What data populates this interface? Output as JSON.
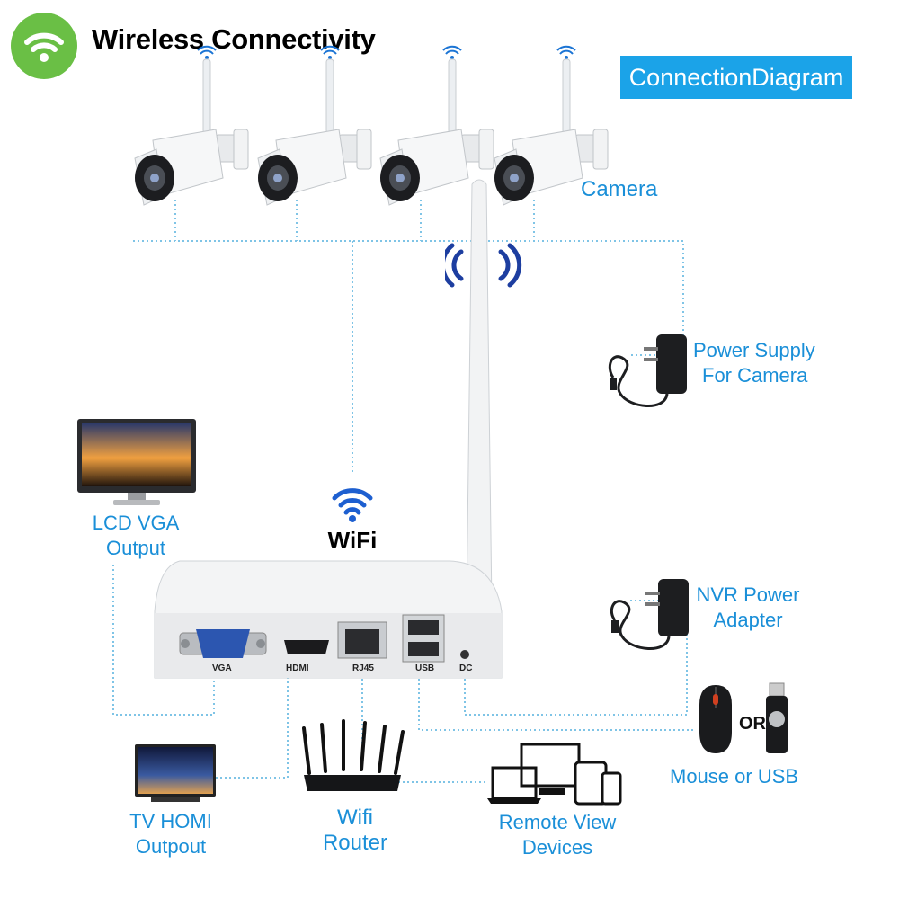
{
  "header": {
    "title": "Wireless Connectivity",
    "badge": "ConnectionDiagram",
    "wifi_icon": "wifi-icon"
  },
  "devices": {
    "camera_label": "Camera",
    "power_supply": [
      "Power Supply",
      "For Camera"
    ],
    "lcd_output": [
      "LCD VGA",
      "Output"
    ],
    "wifi_label": "WiFi",
    "nvr_power": [
      "NVR Power",
      "Adapter"
    ],
    "tv_output": [
      "TV HOMI",
      "Outpout"
    ],
    "router": [
      "Wifi",
      "Router"
    ],
    "remote_view": [
      "Remote View",
      "Devices"
    ],
    "mouse_usb": "Mouse or USB",
    "or_label": "OR"
  },
  "nvr_ports": {
    "vga": "VGA",
    "hdmi": "HDMI",
    "rj45": "RJ45",
    "usb": "USB",
    "dc": "DC"
  },
  "colors": {
    "accent": "#1ba3e8",
    "label_blue": "#1a8fd8",
    "wifi_green": "#6abf45",
    "connector_line": "#7fc4e6"
  }
}
